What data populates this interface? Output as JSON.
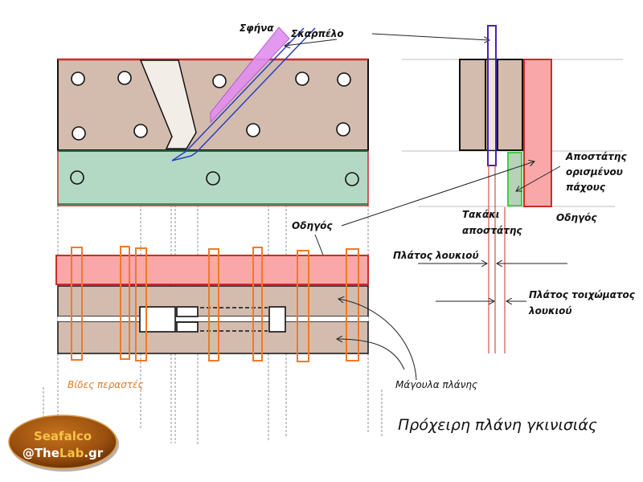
{
  "diagram": {
    "title": "Πρόχειρη πλάνη γκινισιάς",
    "labels": {
      "wedge": "Σφήνα",
      "chisel": "Σκαρπέλο",
      "guide_left": "Οδηγός",
      "guide_right": "Οδηγός",
      "spacer_fixed_line1": "Αποστάτης",
      "spacer_fixed_line2": "ορισμένου",
      "spacer_fixed_line3": "πάχους",
      "spacer_block_line1": "Τακάκι",
      "spacer_block_line2": "αποστάτης",
      "groove_width": "Πλάτος λουκιού",
      "wall_width_line1": "Πλάτος τοιχώματος",
      "wall_width_line2": "λουκιού",
      "cheeks": "Μάγουλα πλάνης",
      "through_bolts": "Βίδες περαστές"
    },
    "logo": {
      "line1": "Seafalco",
      "line2_prefix": "@The",
      "line2_mid": "Lab",
      "line2_suffix": ".gr"
    },
    "colors": {
      "wood": "#d3bcae",
      "guide_green": "#b3d9c5",
      "guide_red": "#f9a7a8",
      "wedge": "#e28ef0",
      "chisel": "#2a3fbf",
      "bolt": "#ef7a2a",
      "spacer_green": "#44cc44",
      "outline_red": "#cc2b2b"
    }
  }
}
